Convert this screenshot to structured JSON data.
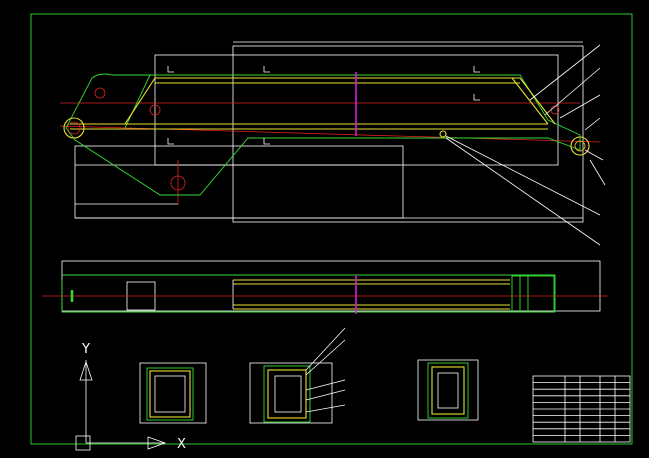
{
  "drawing": {
    "axis_labels": {
      "y": "Y",
      "x": "X"
    },
    "colors": {
      "background": "#000000",
      "frame": "#33dd33",
      "outline": "#ffffff",
      "plate": "#e8e030",
      "centerline": "#e02020",
      "section": "#d020d0"
    },
    "title_block": {
      "rows": 10
    }
  }
}
